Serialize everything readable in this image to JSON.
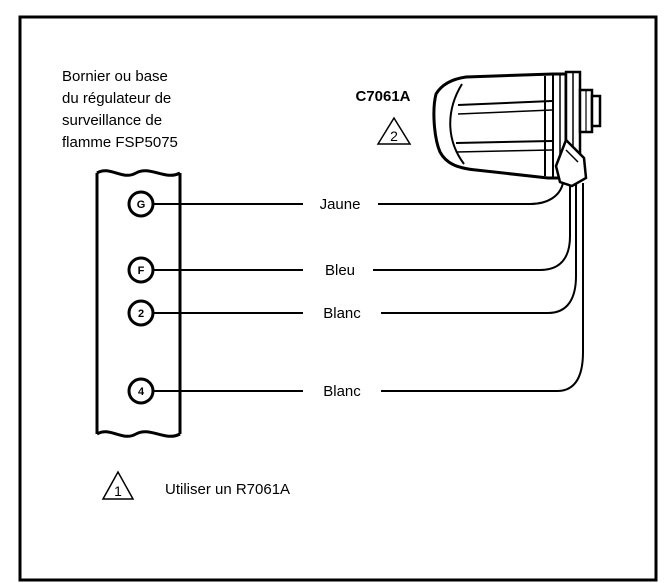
{
  "terminal_block": {
    "title_lines": [
      "Bornier ou base",
      "du régulateur de",
      "surveillance de",
      "flamme FSP5075"
    ]
  },
  "sensor": {
    "model": "C7061A",
    "note_marker": "2"
  },
  "terminals": [
    "G",
    "F",
    "2",
    "4"
  ],
  "wires": [
    "Jaune",
    "Bleu",
    "Blanc",
    "Blanc"
  ],
  "note": {
    "marker": "1",
    "text": "Utiliser un R7061A"
  }
}
